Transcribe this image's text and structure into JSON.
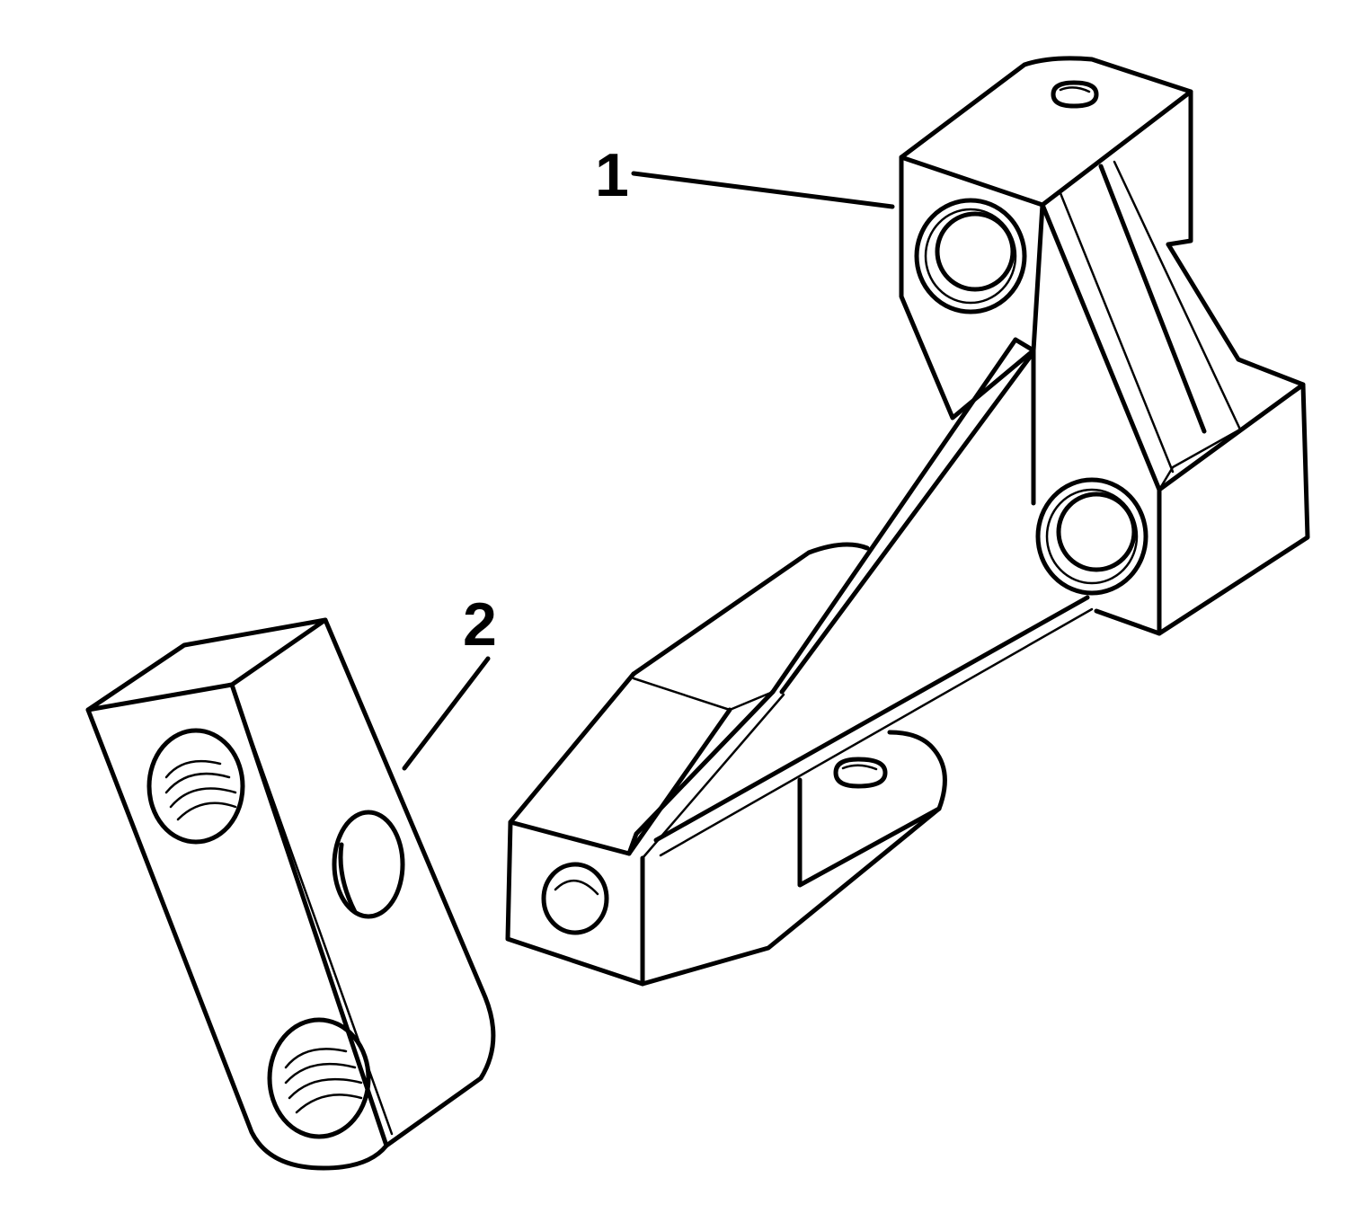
{
  "callouts": [
    {
      "label": "1",
      "part": "bracket"
    },
    {
      "label": "2",
      "part": "block"
    }
  ]
}
